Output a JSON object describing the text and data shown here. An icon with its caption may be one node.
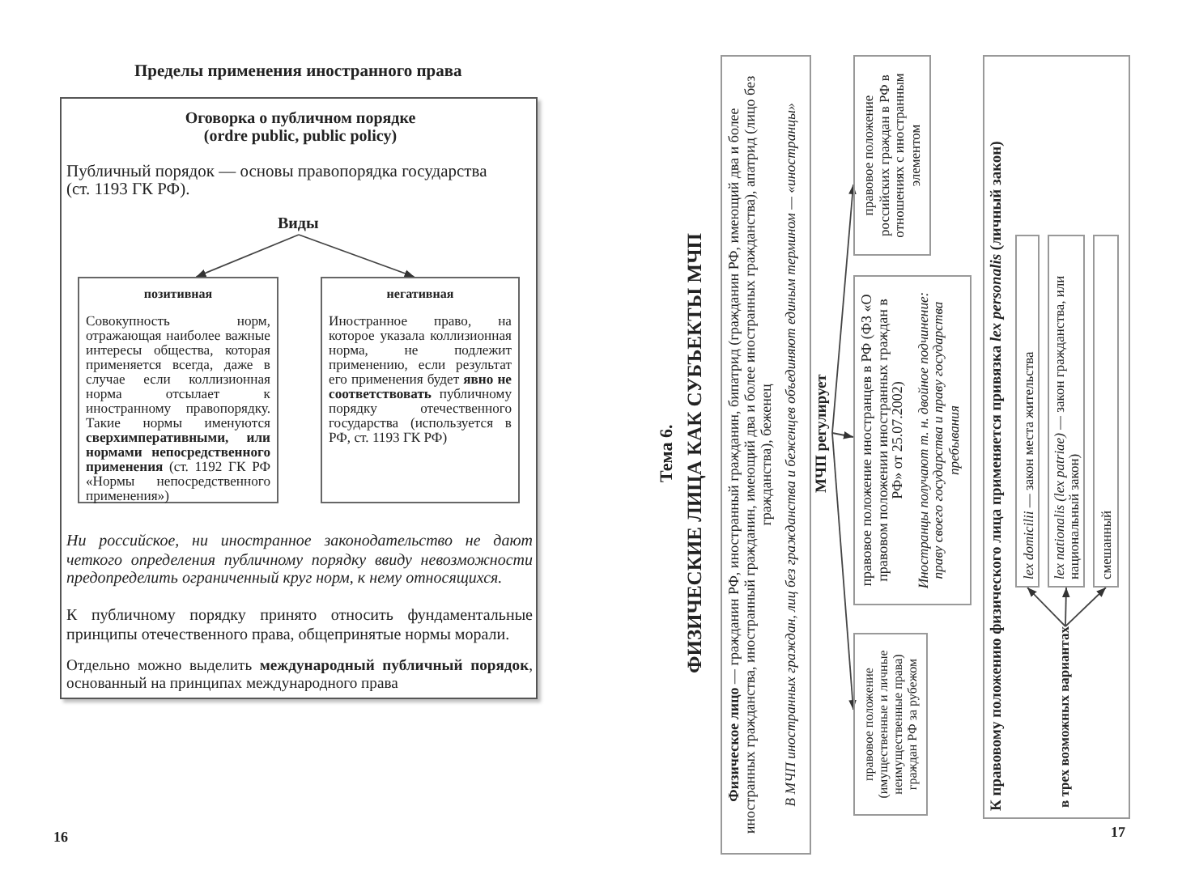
{
  "diagram": {
    "title": "Пределы применения иностранного права",
    "nodes": [
      {
        "text": [
          "Оговорка о публичном порядке (ordre public, public policy)",
          "Публичный порядок — основы правопорядка государства (ст. 1193 ГК РФ).",
          "Ни российское, ни иностранное законодательство не дают четкого определения публичному порядку ввиду невозможности предопределить ограниченный круг норм, к нему относящихся.",
          "К публичному порядку принято относить фундаментальные принципы отечественного права, общепринятые нормы морали.",
          "Отдельно можно выделить **международный публичный порядок**, основанный на принципах международного права"
        ]
      },
      {
        "text": [
          "Виды"
        ],
        "in": 0
      },
      {
        "text": [
          "позитивная",
          "Совокупность норм, отражающая наиболее важные интересы общества, которая применяется всегда, даже в случае если коллизионная норма отсылает к иностранному правопорядку. Такие нормы именуются **сверхимперативными, или нормами непосредственного применения** (ст. 1192 ГК РФ «Нормы непосредственного применения»)"
        ],
        "in": 0
      },
      {
        "text": [
          "негативная",
          "Иностранное право, на которое указала коллизионная норма, не подлежит применению, если результат его применения будет **явно не соответствовать** публичному порядку отечественного государства (используется в РФ, ст. 1193 ГК РФ)"
        ],
        "in": 0
      },
      {
        "text": [
          "**Физическое лицо** — гражданин РФ, иностранный гражданин, бипатрид (гражданин РФ, имеющий два и более иностранных гражданства, иностранный гражданин, имеющий два и более иностранных гражданства), апатрид (лицо без гражданства), беженец",
          "В МЧП иностранных граждан, лиц без гражданства и беженцев объединяют единым термином — «иностранцы»"
        ]
      },
      {
        "text": [
          "МЧП регулирует"
        ]
      },
      {
        "text": [
          "правовое положение (имущественные и личные неимущественные права) граждан РФ за рубежом"
        ]
      },
      {
        "text": [
          "правовое положение иностранцев в РФ (ФЗ «О правовом положении иностранных граждан в РФ» от 25.07.2002)",
          "Иностранцы получают т. н. двойное подчинение: праву своего государства и праву государства пребывания"
        ]
      },
      {
        "text": [
          "правовое положение российских граждан в РФ в отношениях с иностранным элементом"
        ]
      },
      {
        "text": [
          "К правовому положению физического лица применяется привязка *lex personalis* (личный закон)"
        ]
      },
      {
        "text": [
          "*lex domicilii* — закон места жительства"
        ],
        "in": 9
      },
      {
        "text": [
          "*lex nationalis (lex patriae)* — закон гражданства, или национальный закон)"
        ],
        "in": 9
      },
      {
        "text": [
          "смешанный"
        ],
        "in": 9
      },
      {
        "text": [
          "в трех возможных вариантах"
        ],
        "in": 9
      }
    ],
    "edges": [
      {
        "from": 1,
        "to": 2,
        "arrow": "to"
      },
      {
        "from": 1,
        "to": 3,
        "arrow": "to"
      },
      {
        "from": 5,
        "to": 6,
        "arrow": "to"
      },
      {
        "from": 5,
        "to": 7,
        "arrow": "to"
      },
      {
        "from": 5,
        "to": 8,
        "arrow": "to"
      },
      {
        "from": 13,
        "to": 10,
        "arrow": "to"
      },
      {
        "from": 13,
        "to": 11,
        "arrow": "to"
      },
      {
        "from": 13,
        "to": 12,
        "arrow": "to"
      }
    ],
    "labels": [
      "16",
      "Тема 6.",
      "ФИЗИЧЕСКИЕ ЛИЦА КАК СУБЪЕКТЫ МЧП",
      "17"
    ]
  }
}
